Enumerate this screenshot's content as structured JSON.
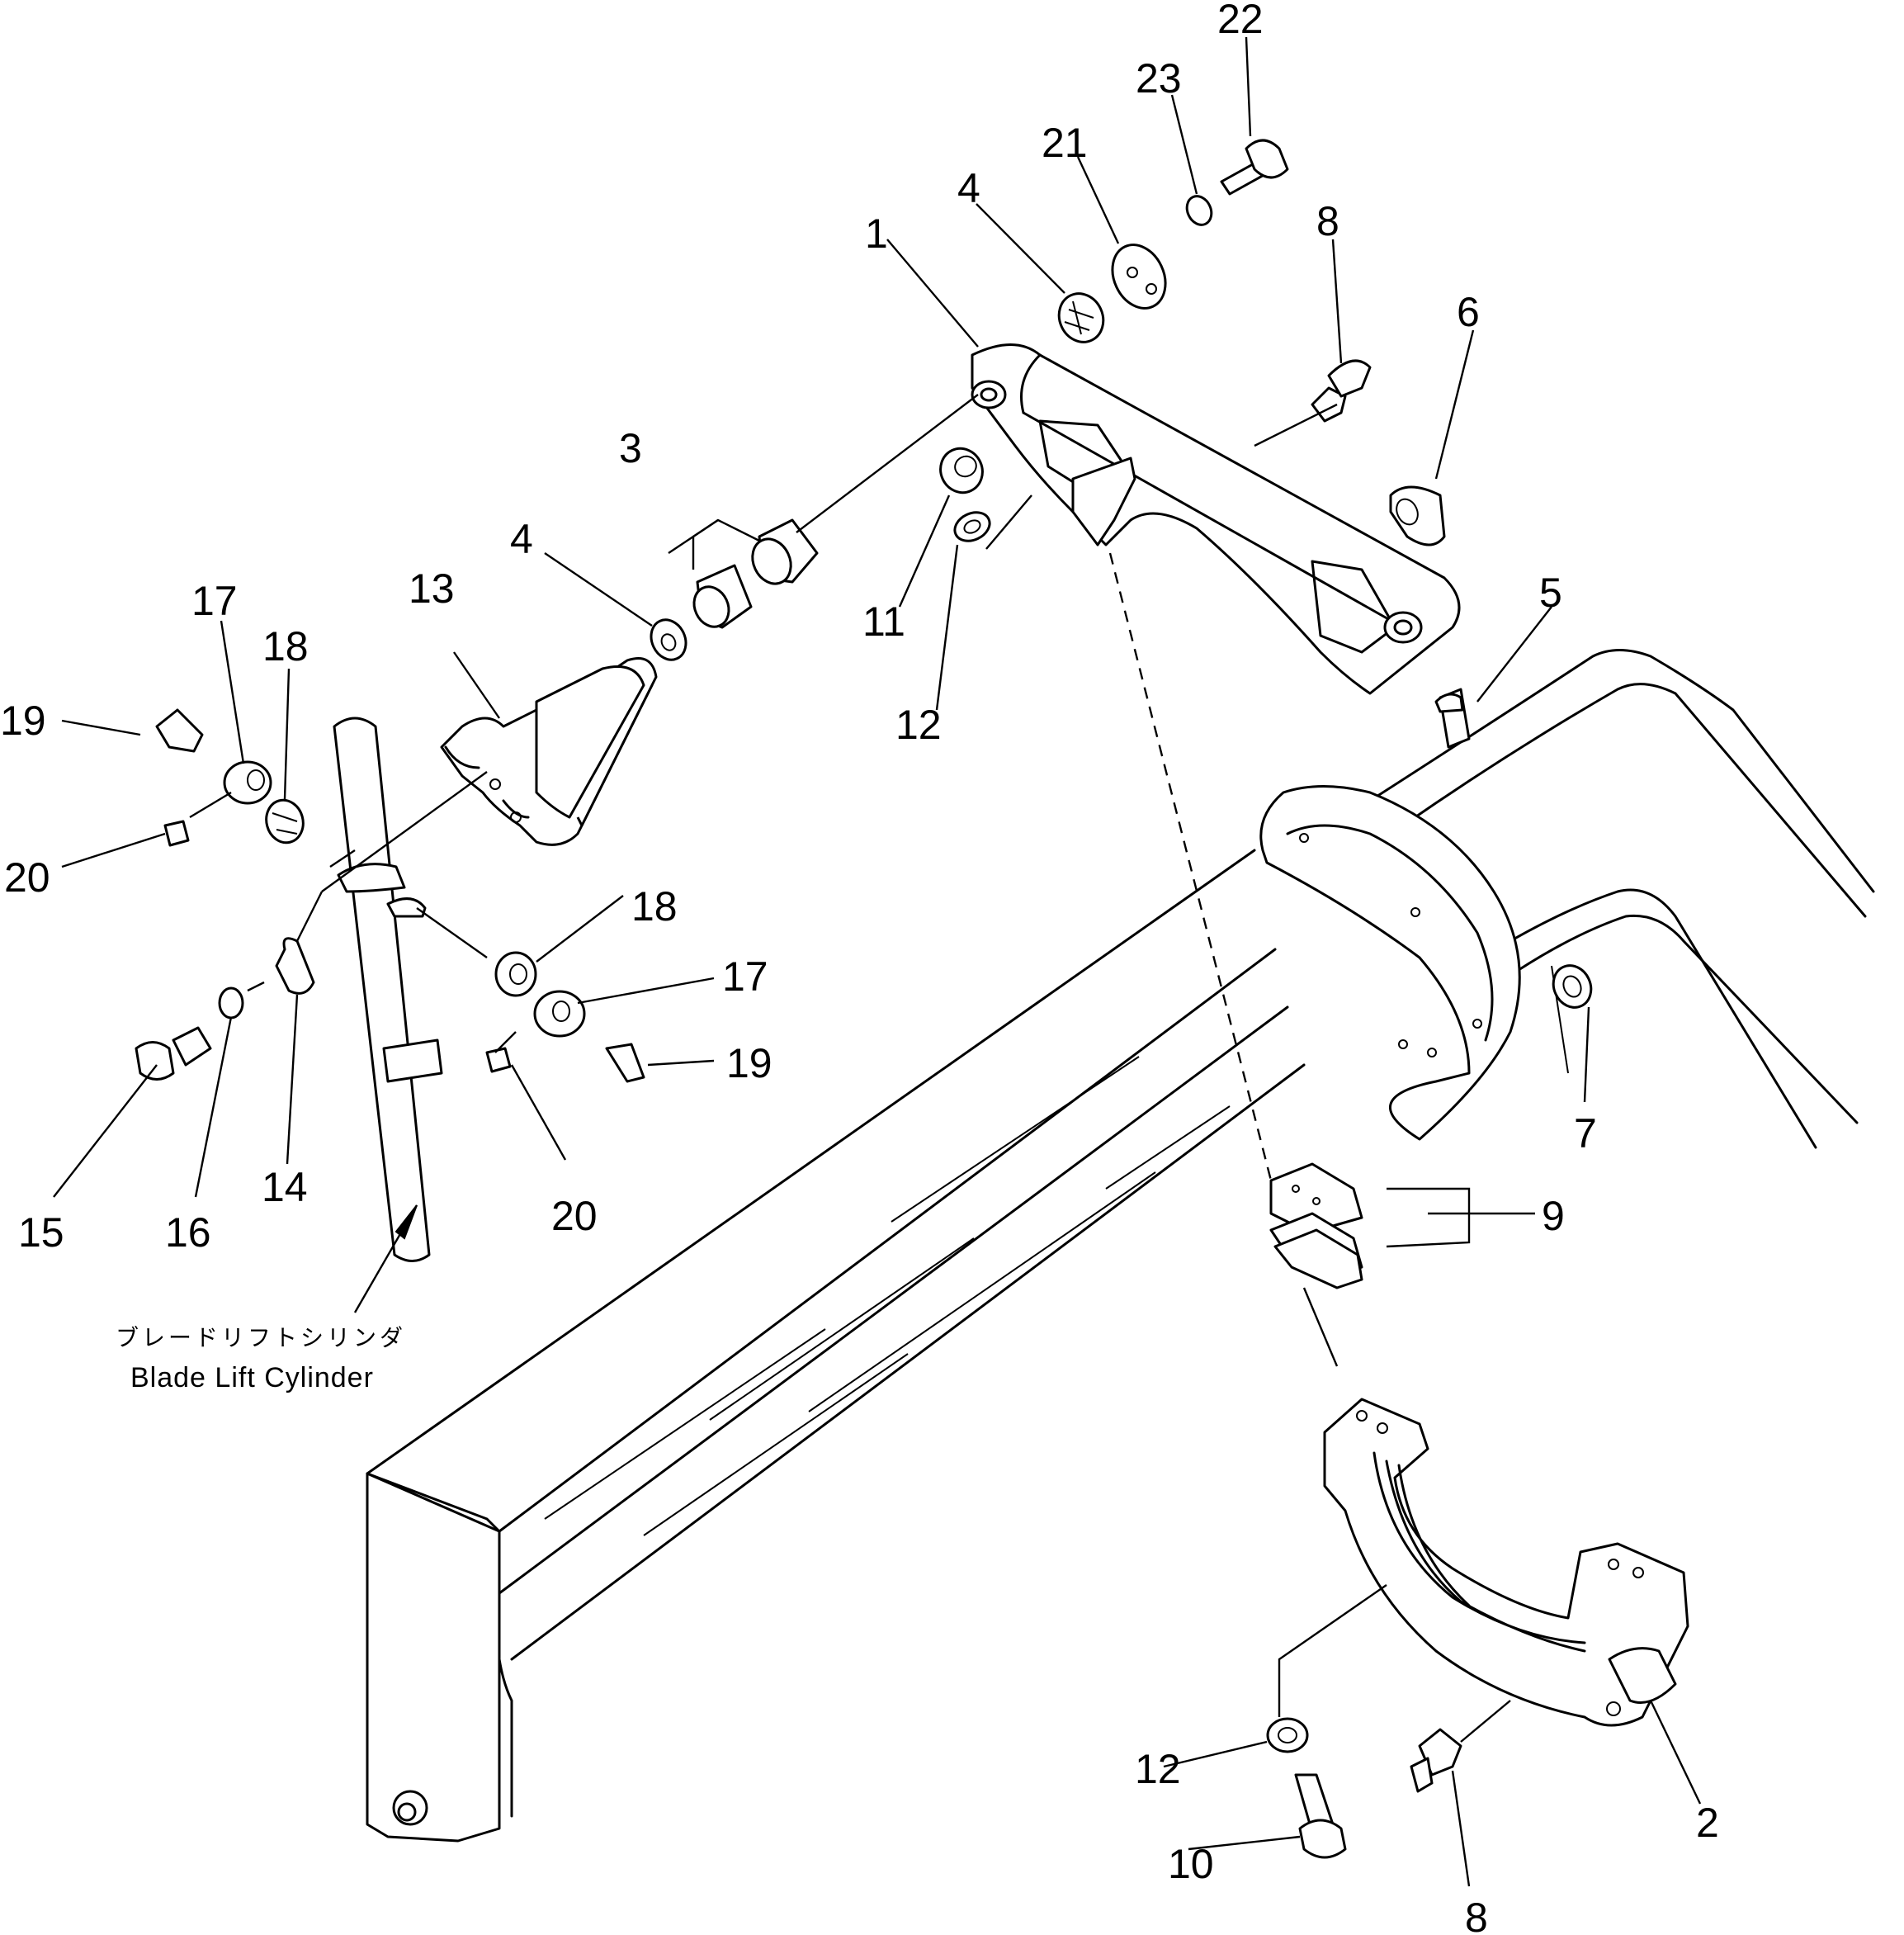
{
  "diagram": {
    "callouts": [
      {
        "id": "c1",
        "text": "1"
      },
      {
        "id": "c2",
        "text": "2"
      },
      {
        "id": "c3",
        "text": "3"
      },
      {
        "id": "c4a",
        "text": "4"
      },
      {
        "id": "c4b",
        "text": "4"
      },
      {
        "id": "c5",
        "text": "5"
      },
      {
        "id": "c6",
        "text": "6"
      },
      {
        "id": "c7",
        "text": "7"
      },
      {
        "id": "c8a",
        "text": "8"
      },
      {
        "id": "c8b",
        "text": "8"
      },
      {
        "id": "c9",
        "text": "9"
      },
      {
        "id": "c10",
        "text": "10"
      },
      {
        "id": "c11",
        "text": "11"
      },
      {
        "id": "c12a",
        "text": "12"
      },
      {
        "id": "c12b",
        "text": "12"
      },
      {
        "id": "c13",
        "text": "13"
      },
      {
        "id": "c14",
        "text": "14"
      },
      {
        "id": "c15",
        "text": "15"
      },
      {
        "id": "c16",
        "text": "16"
      },
      {
        "id": "c17a",
        "text": "17"
      },
      {
        "id": "c17b",
        "text": "17"
      },
      {
        "id": "c18a",
        "text": "18"
      },
      {
        "id": "c18b",
        "text": "18"
      },
      {
        "id": "c19a",
        "text": "19"
      },
      {
        "id": "c19b",
        "text": "19"
      },
      {
        "id": "c20a",
        "text": "20"
      },
      {
        "id": "c20b",
        "text": "20"
      },
      {
        "id": "c21",
        "text": "21"
      },
      {
        "id": "c22",
        "text": "22"
      },
      {
        "id": "c23",
        "text": "23"
      }
    ],
    "caption": {
      "japanese": "ブレードリフトシリンダ",
      "english": "Blade Lift Cylinder"
    }
  }
}
